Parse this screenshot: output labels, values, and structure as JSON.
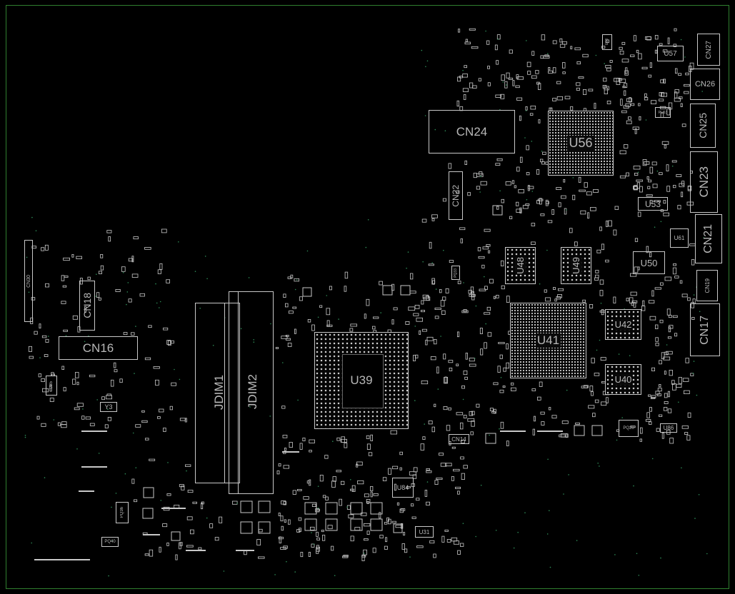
{
  "board": {
    "outline_color": "#2f7f2f",
    "silkscreen_color": "#c8c8c8",
    "background_color": "#000000"
  },
  "components": {
    "cn24": "CN24",
    "u56": "U56",
    "cn27": "CN27",
    "u57": "U57",
    "cn26": "CN26",
    "cn25": "CN25",
    "cn23": "CN23",
    "cn22": "CN22",
    "u53": "U53",
    "cn21": "CN21",
    "u61": "U61",
    "u48": "U48",
    "u49": "U49",
    "u50": "U50",
    "cn19": "CN19",
    "u41": "U41",
    "u42": "U42",
    "cn17": "CN17",
    "u40": "U40",
    "u39": "U39",
    "jdim1": "JDIM1",
    "jdim2": "JDIM2",
    "cn16": "CN16",
    "cn18": "CN18",
    "cn30": "CN30",
    "y3": "Y3",
    "cn14": "CN14",
    "u84": "U84",
    "u31": "U31",
    "u86": "U86",
    "pq36": "PQ36",
    "pq40": "PQ40",
    "pq20": "PQ20",
    "pu63": "PU63",
    "u58": "U58",
    "pq33": "PQ33",
    "u85": "U85"
  }
}
